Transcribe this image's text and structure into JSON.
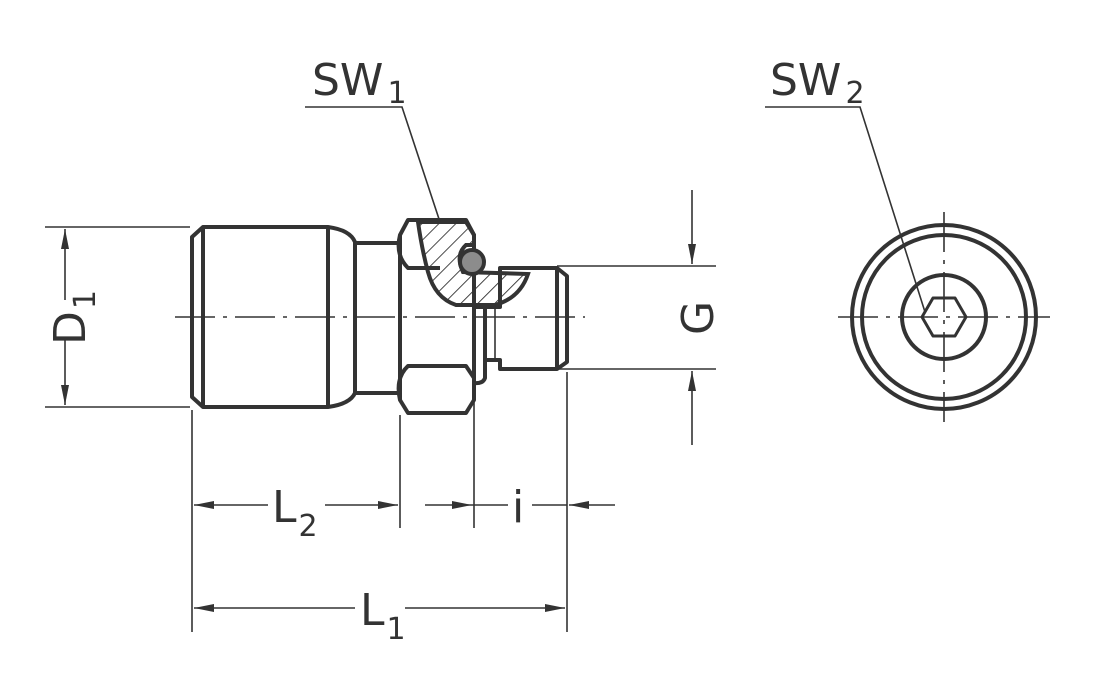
{
  "labels": {
    "sw1": {
      "main": "SW",
      "sub": "1"
    },
    "sw2": {
      "main": "SW",
      "sub": "2"
    },
    "d1": {
      "main": "D",
      "sub": "1"
    },
    "g": {
      "main": "G"
    },
    "l2": {
      "main": "L",
      "sub": "2"
    },
    "i": {
      "main": "i"
    },
    "l1": {
      "main": "L",
      "sub": "1"
    }
  },
  "colors": {
    "line": "#333333",
    "oring": "#8c8c8c"
  }
}
